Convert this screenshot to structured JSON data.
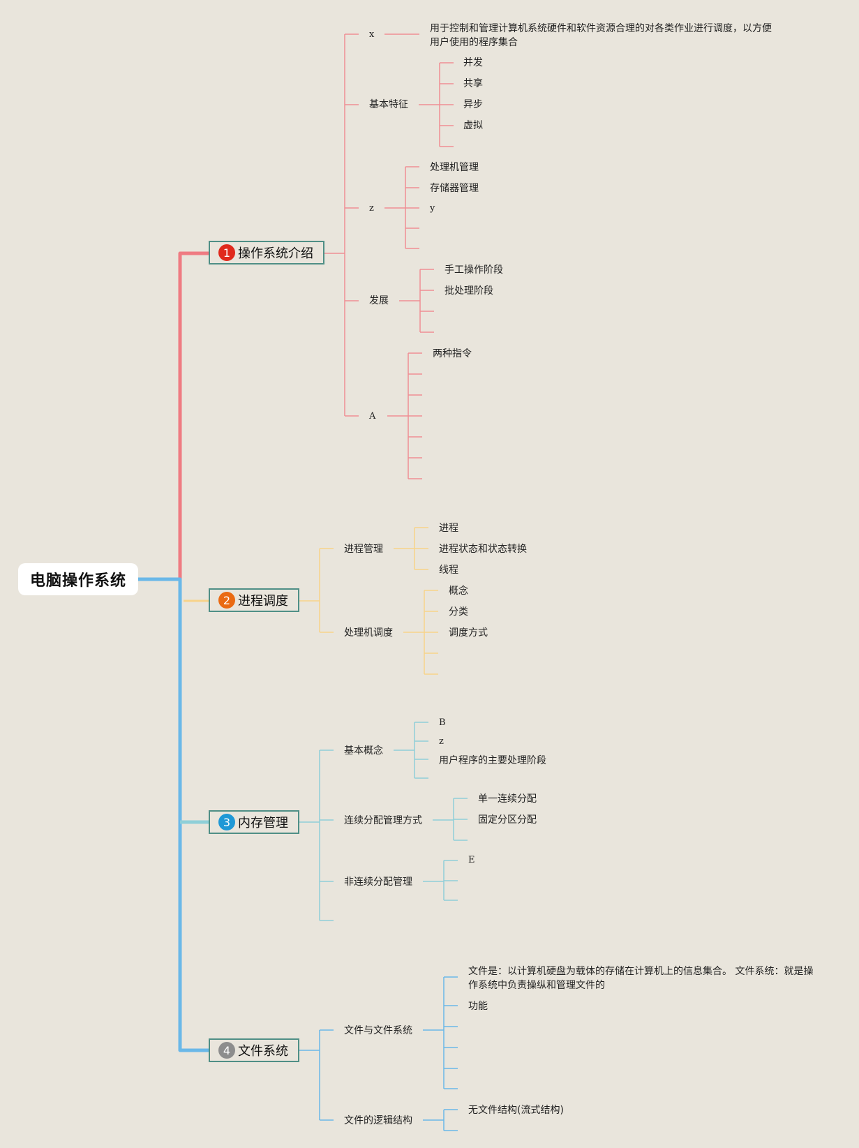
{
  "root": {
    "title": "电脑操作系统"
  },
  "colors": {
    "red": "#ef7b82",
    "yellow": "#f7d38a",
    "teal": "#8fcfd8",
    "blue": "#6ab8e8",
    "topic_border": "#4f8f86",
    "badge_1": "#e0291c",
    "badge_2": "#ea6a12",
    "badge_3": "#1f98d6",
    "badge_4": "#8d8d8d"
  },
  "topics": [
    {
      "number": "1",
      "label": "操作系统介绍",
      "children": [
        {
          "label": "x",
          "children": [
            "用于控制和管理计算机系统硬件和软件资源合理的对各类作业进行调度，以方便用户使用的程序集合"
          ]
        },
        {
          "label": "基本特征",
          "children": [
            "并发",
            "共享",
            "异步",
            "虚拟"
          ]
        },
        {
          "label": "z",
          "children": [
            "处理机管理",
            "存储器管理",
            "y"
          ]
        },
        {
          "label": "发展",
          "children": [
            "手工操作阶段",
            "批处理阶段"
          ]
        },
        {
          "label": "A",
          "children": [
            "两种指令"
          ]
        }
      ]
    },
    {
      "number": "2",
      "label": "进程调度",
      "children": [
        {
          "label": "进程管理",
          "children": [
            "进程",
            "进程状态和状态转换",
            "线程"
          ]
        },
        {
          "label": "处理机调度",
          "children": [
            "概念",
            "分类",
            "调度方式"
          ]
        }
      ]
    },
    {
      "number": "3",
      "label": "内存管理",
      "children": [
        {
          "label": "基本概念",
          "children": [
            "B",
            "z",
            "用户程序的主要处理阶段"
          ]
        },
        {
          "label": "连续分配管理方式",
          "children": [
            "单一连续分配",
            "固定分区分配"
          ]
        },
        {
          "label": "非连续分配管理",
          "children": [
            "E"
          ]
        }
      ]
    },
    {
      "number": "4",
      "label": "文件系统",
      "children": [
        {
          "label": "文件与文件系统",
          "children": [
            "文件是：以计算机硬盘为载体的存储在计算机上的信息集合。 文件系统：就是操作系统中负责操纵和管理文件的",
            "功能"
          ]
        },
        {
          "label": "文件的逻辑结构",
          "children": [
            "无文件结构(流式结构)"
          ]
        }
      ]
    }
  ]
}
